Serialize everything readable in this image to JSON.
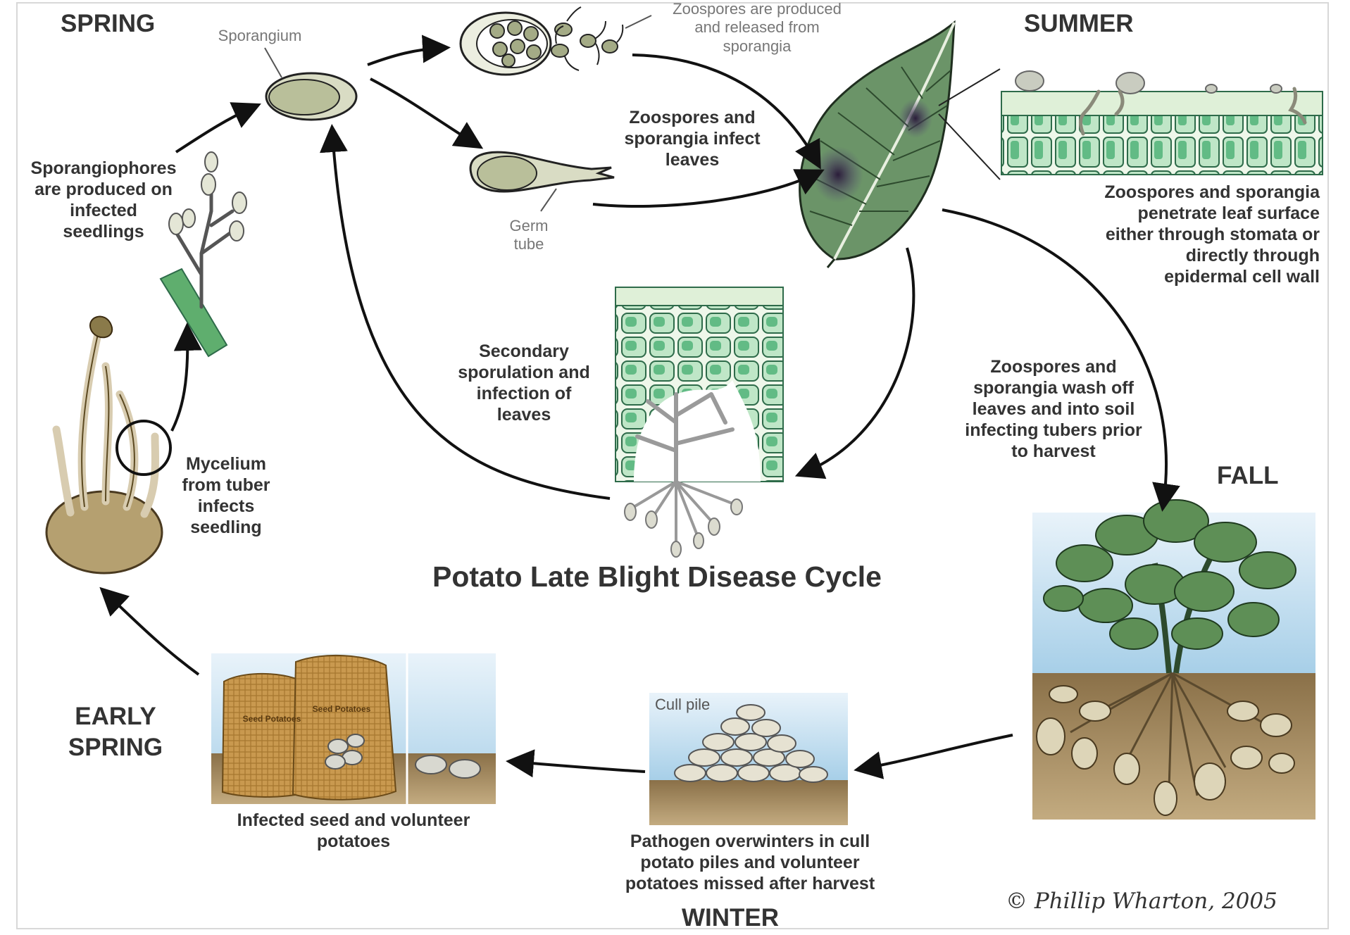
{
  "seasons": {
    "spring": "SPRING",
    "summer": "SUMMER",
    "fall": "FALL",
    "winter": "WINTER",
    "early_spring": "EARLY\nSPRING"
  },
  "title": "Potato Late Blight Disease Cycle",
  "labels": {
    "sporangium": "Sporangium",
    "zoospores_produced": "Zoospores are produced\nand released from\nsporangia",
    "germ_tube": "Germ\ntube",
    "infect_leaves": "Zoospores and\nsporangia infect\nleaves",
    "sporangiophores": "Sporangiophores\nare produced on\ninfected\nseedlings",
    "penetrate": "Zoospores and sporangia\npenetrate leaf surface\neither through stomata or\ndirectly through\nepidermal cell wall",
    "secondary": "Secondary\nsporulation and\ninfection of\nleaves",
    "wash_off": "Zoospores and\nsporangia wash off\nleaves and into soil\ninfecting tubers prior\nto harvest",
    "mycelium": "Mycelium\nfrom tuber\ninfects\nseedling",
    "infected_seed": "Infected seed and volunteer\npotatoes",
    "cull_pile": "Cull pile",
    "overwinters": "Pathogen overwinters in cull\npotato piles and volunteer\npotatoes missed after harvest",
    "seed_bag_1": "Seed Potatoes",
    "seed_bag_2": "Seed Potatoes"
  },
  "copyright": "© Phillip Wharton, 2005",
  "colors": {
    "text": "#333333",
    "leaf_green": "#5a8a5a",
    "cell_green": "#3aa86a",
    "spore_fill": "#c8cdb0",
    "sky": "#bcd9ee",
    "soil": "#a68a5e",
    "bag": "#c79a55"
  }
}
